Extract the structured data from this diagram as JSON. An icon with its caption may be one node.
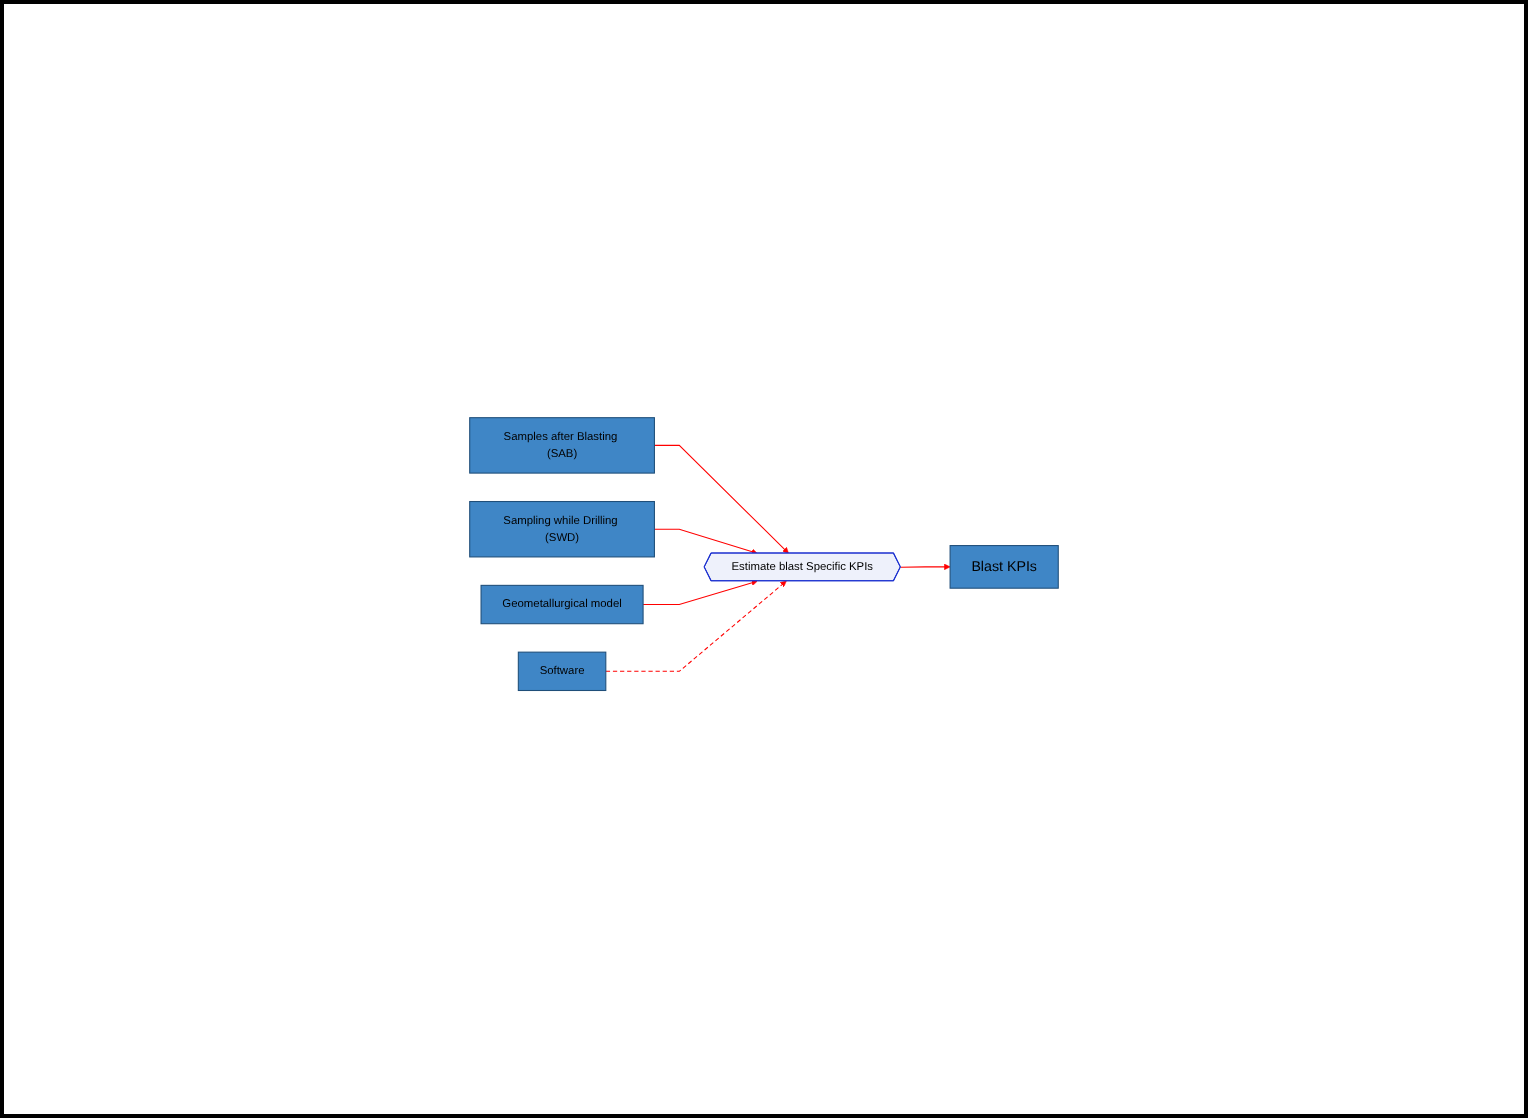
{
  "diagram": {
    "nodes": [
      {
        "text": [
          "Samples after Blasting (SAB)"
        ]
      },
      {
        "text": [
          "Sampling while Drilling (SWD)"
        ]
      },
      {
        "text": [
          "Geometallurgical model"
        ]
      },
      {
        "text": [
          "Estimate blast Specific KPIs"
        ]
      },
      {
        "text": [
          "Blast KPIs"
        ]
      },
      {
        "text": [
          "Software"
        ]
      }
    ],
    "edges": [
      {
        "from": 0,
        "to": 3,
        "arrow": "to"
      },
      {
        "from": 1,
        "to": 3,
        "arrow": "to"
      },
      {
        "from": 2,
        "to": 3,
        "arrow": "to"
      },
      {
        "from": 5,
        "to": 3,
        "arrow": "to",
        "style": "dashed"
      },
      {
        "from": 3,
        "to": 4,
        "arrow": "to"
      }
    ]
  }
}
